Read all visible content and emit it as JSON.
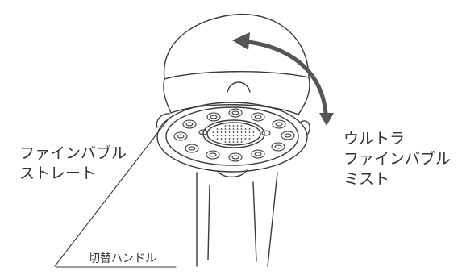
{
  "labels": {
    "left": [
      "ファインバブル",
      "ストレート"
    ],
    "right": [
      "ウルトラ",
      "ファインバブル",
      "ミスト"
    ],
    "handle": "切替ハンドル"
  },
  "colors": {
    "line": "#3a3a3a",
    "arrow": "#555555",
    "text": "#333333",
    "background": "#ffffff"
  }
}
